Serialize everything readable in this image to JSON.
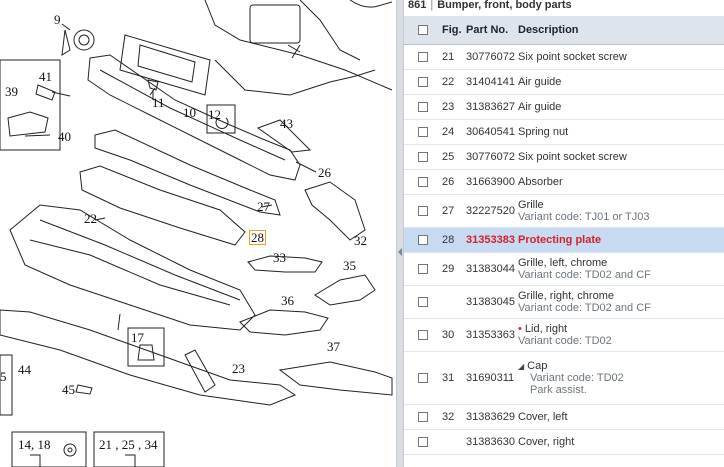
{
  "header": {
    "group_number": "861",
    "group_title": "Bumper, front, body parts"
  },
  "columns": {
    "fig": "Fig.",
    "part_no": "Part No.",
    "description": "Description"
  },
  "rows": [
    {
      "fig": "21",
      "part_no": "30776072",
      "description": "Six point socket screw"
    },
    {
      "fig": "22",
      "part_no": "31404141",
      "description": "Air guide"
    },
    {
      "fig": "23",
      "part_no": "31383627",
      "description": "Air guide"
    },
    {
      "fig": "24",
      "part_no": "30640541",
      "description": "Spring nut"
    },
    {
      "fig": "25",
      "part_no": "30776072",
      "description": "Six point socket screw"
    },
    {
      "fig": "26",
      "part_no": "31663900",
      "description": "Absorber"
    },
    {
      "fig": "27",
      "part_no": "32227520",
      "description": "Grille",
      "variant": "Variant code: TJ01 or TJ03"
    },
    {
      "fig": "28",
      "part_no": "31353383",
      "description": "Protecting plate",
      "selected": true
    },
    {
      "fig": "29",
      "part_no": "31383044",
      "description": "Grille, left, chrome",
      "variant": "Variant code: TD02 and CF"
    },
    {
      "fig": "",
      "part_no": "31383045",
      "description": "Grille, right, chrome",
      "variant": "Variant code: TD02 and CF"
    },
    {
      "fig": "30",
      "part_no": "31353363",
      "description": "Lid, right",
      "variant": "Variant code: TD02",
      "marker": "•"
    },
    {
      "fig": "31",
      "part_no": "31690311",
      "description": "Cap",
      "variant": "Variant code: TD02",
      "note": "Park assist."
    },
    {
      "fig": "32",
      "part_no": "31383629",
      "description": "Cover, left"
    },
    {
      "fig": "",
      "part_no": "31383630",
      "description": "Cover, right"
    }
  ],
  "diagram": {
    "labels": [
      "9",
      "41",
      "39",
      "40",
      "11",
      "10",
      "12",
      "43",
      "26",
      "27",
      "28",
      "32",
      "22",
      "33",
      "35",
      "36",
      "17",
      "37",
      "23",
      "44",
      "45",
      "5",
      "14, 18",
      "21 , 25 , 34"
    ]
  },
  "colors": {
    "selected_row": "#c6dbf2",
    "selected_text": "#d81f2a",
    "header_bg": "#dde4ec",
    "highlight_box": "#f0a020"
  }
}
